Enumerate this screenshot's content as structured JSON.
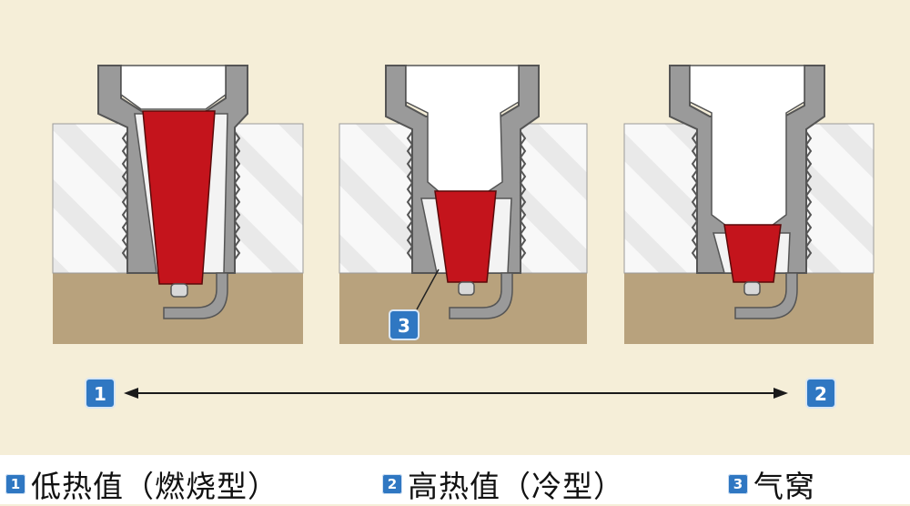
{
  "diagram": {
    "plugs": [
      {
        "id": "hot",
        "badge": ""
      },
      {
        "id": "medium",
        "badge": "3"
      },
      {
        "id": "cold",
        "badge": ""
      }
    ],
    "arrow": {
      "start_badge": "1",
      "end_badge": "2"
    }
  },
  "legend": [
    {
      "badge": "1",
      "text": "低热值（燃烧型）"
    },
    {
      "badge": "2",
      "text": "高热值（冷型）"
    },
    {
      "badge": "3",
      "text": "气窝"
    }
  ],
  "colors": {
    "insulator_red": "#c4141c",
    "metal_gray": "#8e8e8e",
    "engine_brown": "#b8a27d",
    "head_white": "#f7f7f7",
    "badge_blue": "#2f77c2"
  }
}
